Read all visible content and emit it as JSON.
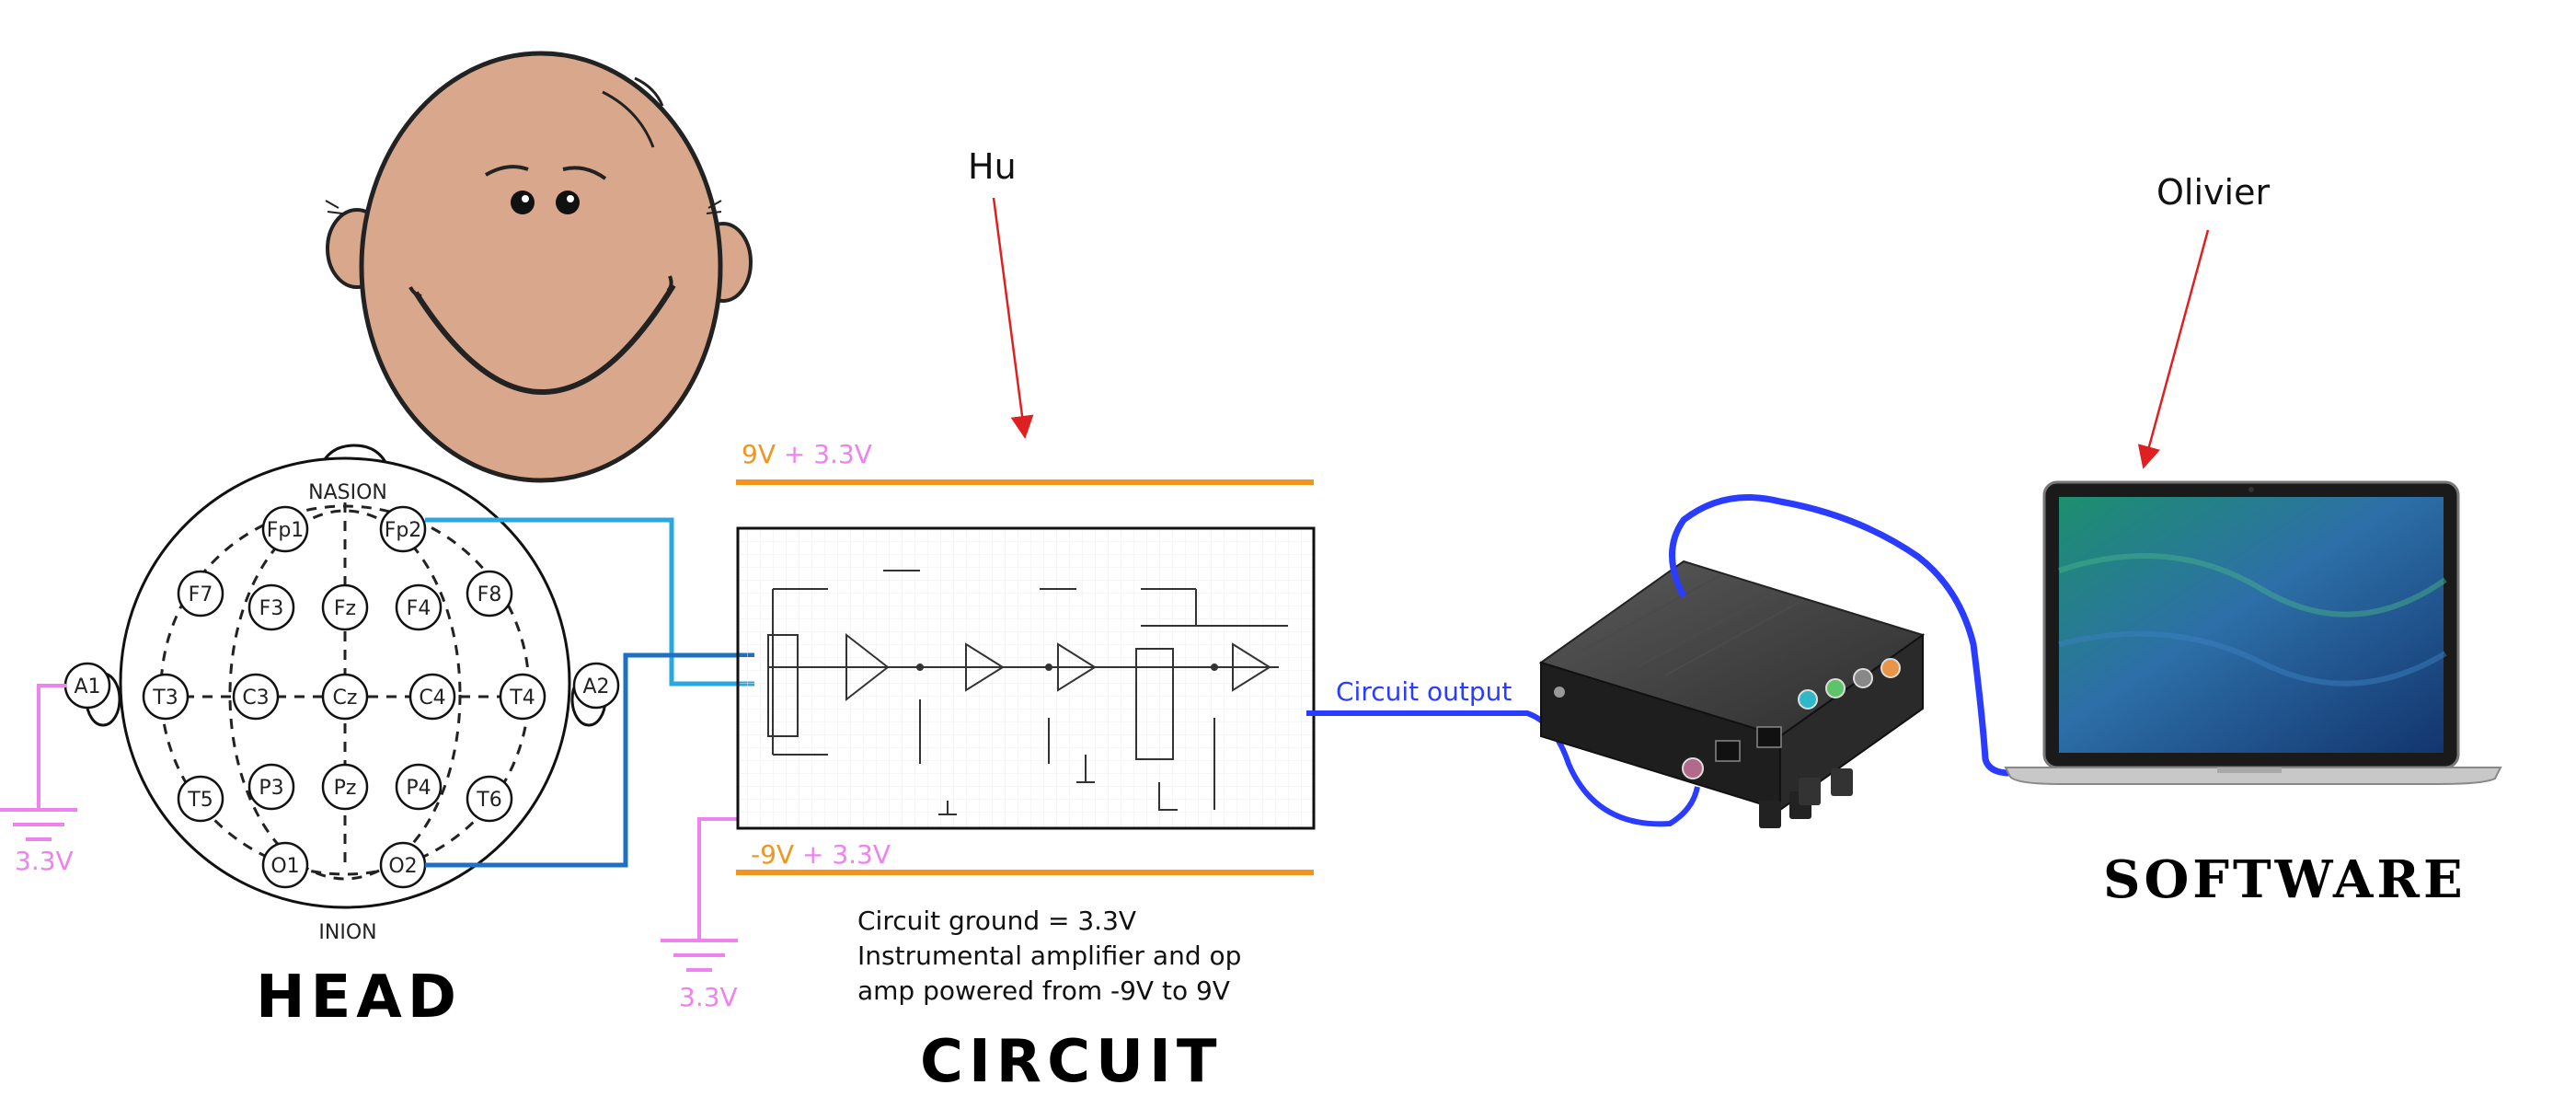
{
  "labels": {
    "hu": "Hu",
    "olivier": "Olivier",
    "head_title": "HEAD",
    "circuit_title": "CIRCUIT",
    "software_title": "SOFTWARE",
    "circuit_output": "Circuit output",
    "ground_left": "3.3V",
    "ground_circuit": "3.3V",
    "rail_top_a": "9V",
    "rail_top_b": " + 3.3V",
    "rail_bottom_a": "-9V",
    "rail_bottom_b": " + 3.3V",
    "note_line1": "Circuit ground = 3.3V",
    "note_line2": "Instrumental amplifier and op",
    "note_line3": "amp powered from -9V to 9V"
  },
  "eeg": {
    "nasion": "NASION",
    "inion": "INION",
    "electrodes": {
      "fp1": "Fp1",
      "fp2": "Fp2",
      "f7": "F7",
      "f3": "F3",
      "fz": "Fz",
      "f4": "F4",
      "f8": "F8",
      "a1": "A1",
      "t3": "T3",
      "c3": "C3",
      "cz": "Cz",
      "c4": "C4",
      "t4": "T4",
      "a2": "A2",
      "t5": "T5",
      "p3": "P3",
      "pz": "Pz",
      "p4": "P4",
      "t6": "T6",
      "o1": "O1",
      "o2": "O2"
    }
  },
  "colors": {
    "orange_rail": "#f0961e",
    "pink": "#ee82ee",
    "red_arrow": "#e02020",
    "blue_output": "#2a3cff",
    "light_blue_wire": "#29a8e0",
    "dark_blue_wire": "#1f6fc5",
    "face_skin": "#d9a88c"
  },
  "icons": {
    "face": "cartoon-face",
    "eeg_map": "eeg-10-20-electrode-map",
    "schematic": "amplifier-schematic",
    "sound_card": "usb-sound-card",
    "laptop": "laptop",
    "ground": "ground-symbol"
  }
}
